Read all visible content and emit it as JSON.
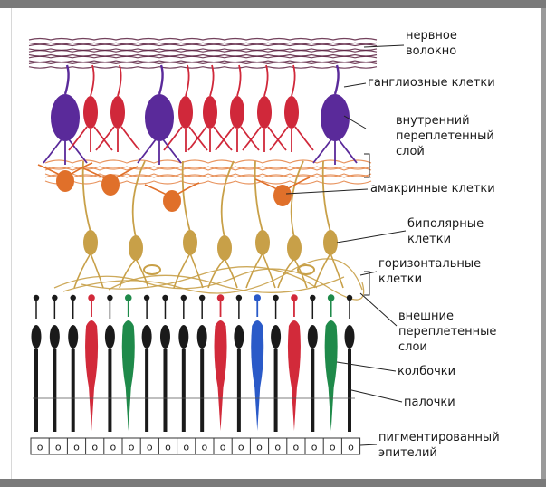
{
  "labels": {
    "nerve_fiber": [
      "нервное",
      "волокно"
    ],
    "ganglion_cells": "ганглиозные клетки",
    "inner_plexiform": [
      "внутренний",
      "переплетенный",
      "слой"
    ],
    "amacrine": "амакринные клетки",
    "bipolar": [
      "биполярные",
      "клетки"
    ],
    "horizontal": [
      "горизонтальные",
      "клетки"
    ],
    "outer_plexiform": [
      "внешние",
      "переплетенные",
      "слои"
    ],
    "cones": "колбочки",
    "rods": "палочки",
    "pigment": [
      "пигментированный",
      "эпителий"
    ],
    "pigment_cell_glyph": "o"
  },
  "colors": {
    "ganglion_purple": "#5a2a9a",
    "ganglion_red": "#d0283a",
    "amacrine_orange": "#e0702a",
    "bipolar_tan": "#c8a048",
    "rod_black": "#1a1a1a",
    "cone_red": "#d22a3a",
    "cone_green": "#1f8a4a",
    "cone_blue": "#2a5ac8",
    "fiber_dark": "#5a2040"
  },
  "photoreceptors": [
    {
      "type": "rod"
    },
    {
      "type": "rod"
    },
    {
      "type": "rod"
    },
    {
      "type": "cone",
      "color": "red"
    },
    {
      "type": "rod"
    },
    {
      "type": "cone",
      "color": "green"
    },
    {
      "type": "rod"
    },
    {
      "type": "rod"
    },
    {
      "type": "rod"
    },
    {
      "type": "rod"
    },
    {
      "type": "cone",
      "color": "red"
    },
    {
      "type": "rod"
    },
    {
      "type": "cone",
      "color": "blue"
    },
    {
      "type": "rod"
    },
    {
      "type": "cone",
      "color": "red"
    },
    {
      "type": "rod"
    },
    {
      "type": "cone",
      "color": "green"
    },
    {
      "type": "rod"
    }
  ],
  "ganglion_cells": [
    "purple",
    "red",
    "red",
    "purple",
    "red",
    "red",
    "red",
    "red",
    "red",
    "purple"
  ],
  "pigment_cell_count": 18
}
